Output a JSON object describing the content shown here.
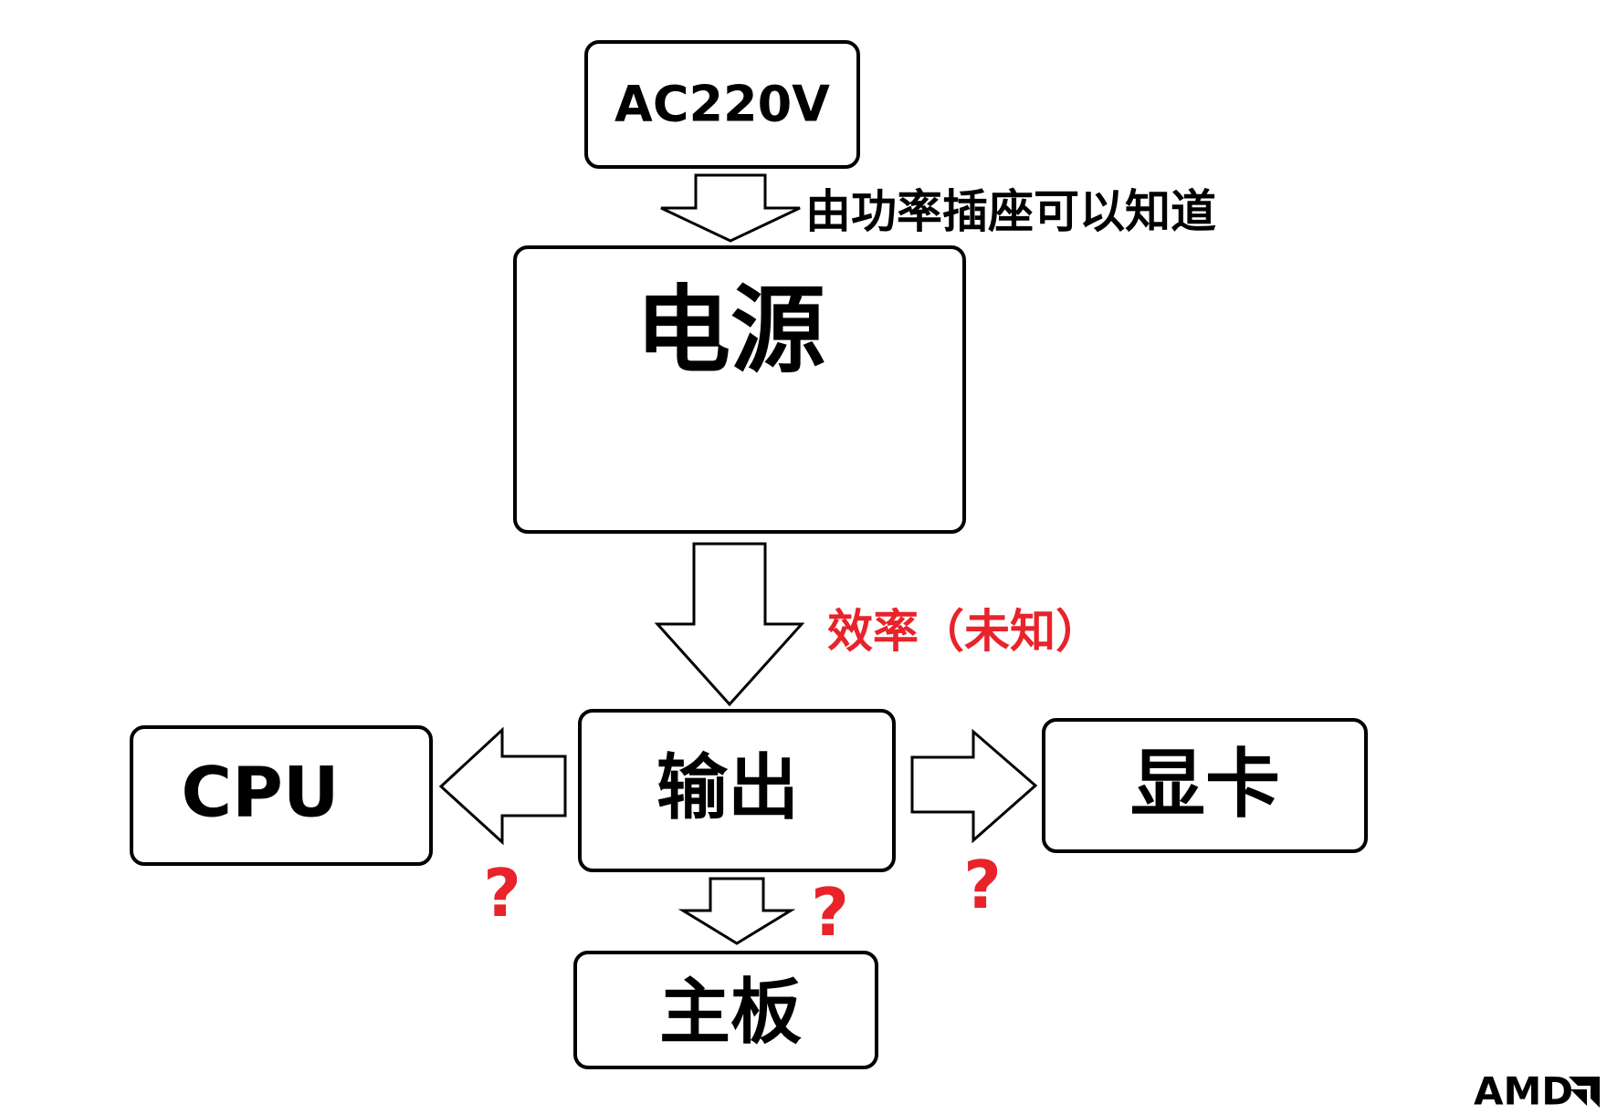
{
  "nodes": {
    "ac": "AC220V",
    "psu": "电源",
    "output": "输出",
    "cpu": "CPU",
    "gpu": "显卡",
    "motherboard": "主板"
  },
  "annotations": {
    "ac_note": "由功率插座可以知道",
    "efficiency": "效率（未知）",
    "q_cpu": "?",
    "q_motherboard": "?",
    "q_gpu": "?"
  },
  "logo": {
    "text": "AMD"
  },
  "colors": {
    "accent": "#e8232a",
    "line": "#000000",
    "background": "#ffffff"
  }
}
